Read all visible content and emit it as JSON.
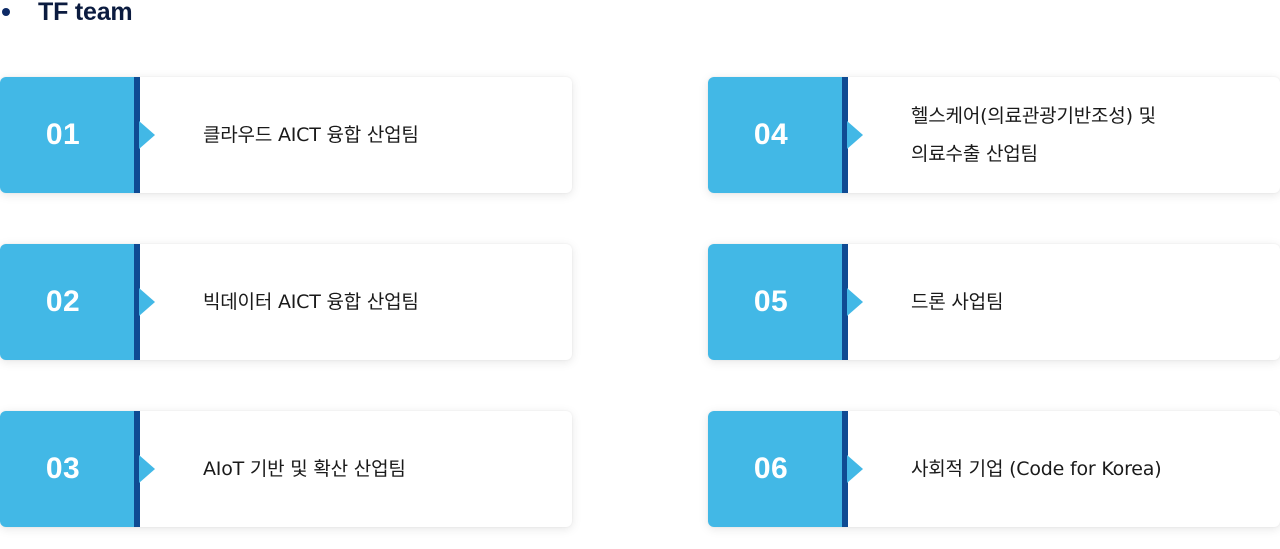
{
  "section": {
    "title": "TF team"
  },
  "teams": [
    {
      "number": "01",
      "lines": [
        "클라우드 AICT 융합 산업팀"
      ]
    },
    {
      "number": "02",
      "lines": [
        "빅데이터 AICT 융합 산업팀"
      ]
    },
    {
      "number": "03",
      "lines": [
        "AIoT 기반 및 확산 산업팀"
      ]
    },
    {
      "number": "04",
      "lines": [
        "헬스케어(의료관광기반조성) 및",
        "의료수출 산업팀"
      ]
    },
    {
      "number": "05",
      "lines": [
        "드론 사업팀"
      ]
    },
    {
      "number": "06",
      "lines": [
        "사회적 기업 (Code for Korea)"
      ]
    }
  ],
  "colors": {
    "accent": "#42b8e6",
    "accent_dark": "#0f4b93",
    "title": "#0b1b3f"
  }
}
